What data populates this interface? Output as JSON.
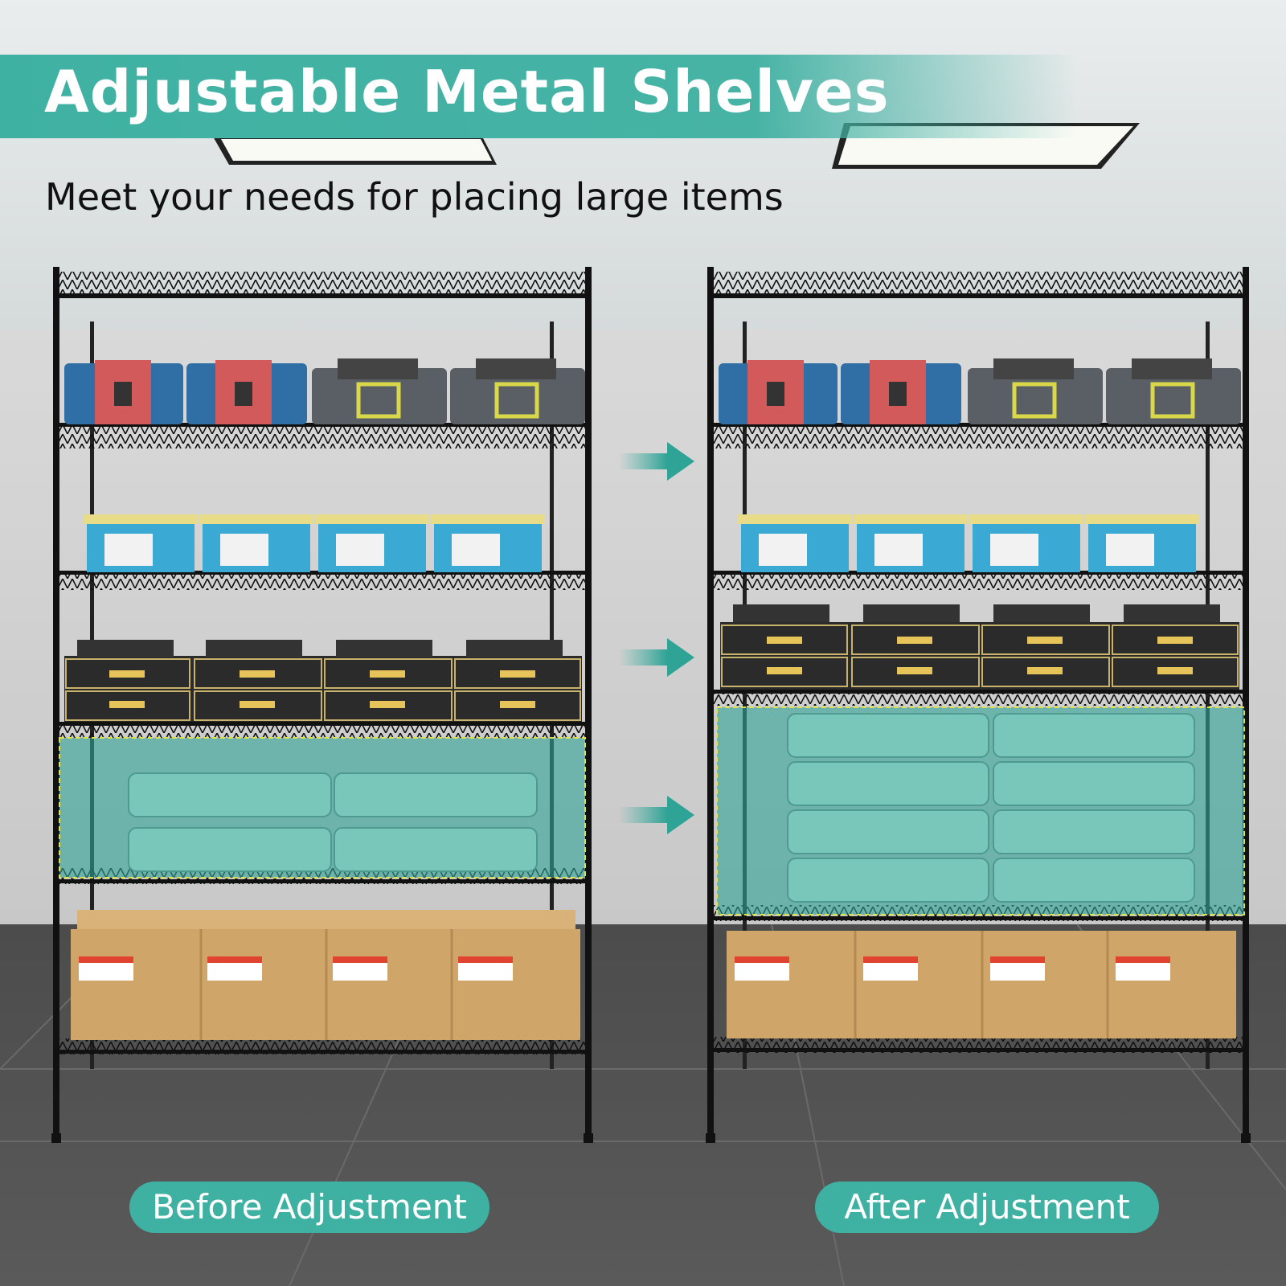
{
  "header": {
    "title": "Adjustable Metal Shelves",
    "subtitle": "Meet your needs for placing large items"
  },
  "labels": {
    "before": "Before Adjustment",
    "after": "After Adjustment"
  },
  "colors": {
    "accent": "#3fb1a2",
    "highlight": "#2fa396",
    "wall": "#dcdcdc",
    "floor": "#4a4a4a"
  }
}
